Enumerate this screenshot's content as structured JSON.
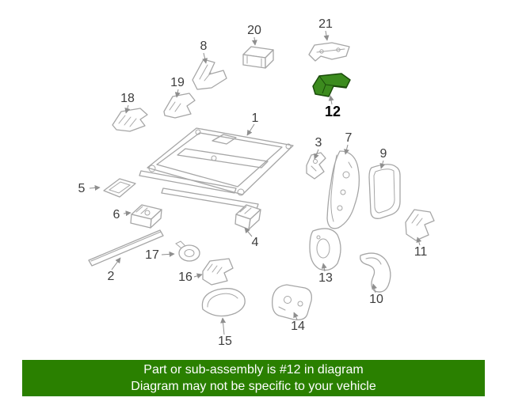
{
  "page": {
    "background": "#ffffff"
  },
  "diagram": {
    "description": "Exploded parts diagram of a power seat adjuster / seat track assembly",
    "highlighted_part": "12",
    "parts": [
      {
        "number": "1",
        "highlighted": false
      },
      {
        "number": "2",
        "highlighted": false
      },
      {
        "number": "3",
        "highlighted": false
      },
      {
        "number": "4",
        "highlighted": false
      },
      {
        "number": "5",
        "highlighted": false
      },
      {
        "number": "6",
        "highlighted": false
      },
      {
        "number": "7",
        "highlighted": false
      },
      {
        "number": "8",
        "highlighted": false
      },
      {
        "number": "9",
        "highlighted": false
      },
      {
        "number": "10",
        "highlighted": false
      },
      {
        "number": "11",
        "highlighted": false
      },
      {
        "number": "12",
        "highlighted": true
      },
      {
        "number": "13",
        "highlighted": false
      },
      {
        "number": "14",
        "highlighted": false
      },
      {
        "number": "15",
        "highlighted": false
      },
      {
        "number": "16",
        "highlighted": false
      },
      {
        "number": "17",
        "highlighted": false
      },
      {
        "number": "18",
        "highlighted": false
      },
      {
        "number": "19",
        "highlighted": false
      },
      {
        "number": "20",
        "highlighted": false
      },
      {
        "number": "21",
        "highlighted": false
      }
    ]
  },
  "banner": {
    "line1": "Part or sub-assembly is #12 in diagram",
    "line2": "Diagram may not be specific to your vehicle"
  },
  "colors": {
    "highlight_fill": "#3c8b1e",
    "highlight_stroke": "#1a4a0a",
    "banner_bg": "#2a8000",
    "banner_text": "#ffffff",
    "line": "#a6a6a6",
    "label": "#3d3d3d",
    "label_highlight": "#000000"
  }
}
